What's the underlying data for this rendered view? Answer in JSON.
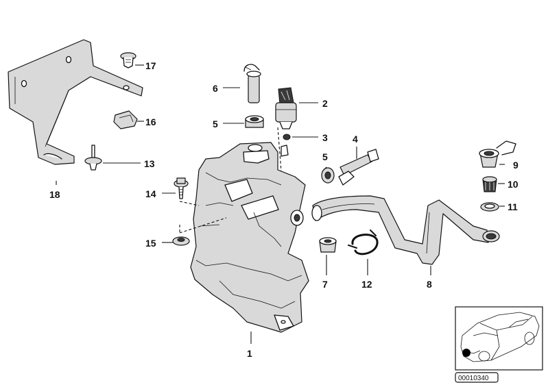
{
  "callouts": [
    "1",
    "2",
    "3",
    "4",
    "5",
    "5",
    "6",
    "7",
    "8",
    "9",
    "10",
    "11",
    "12",
    "13",
    "14",
    "15",
    "16",
    "17",
    "18"
  ],
  "diagram_code": "00010340"
}
